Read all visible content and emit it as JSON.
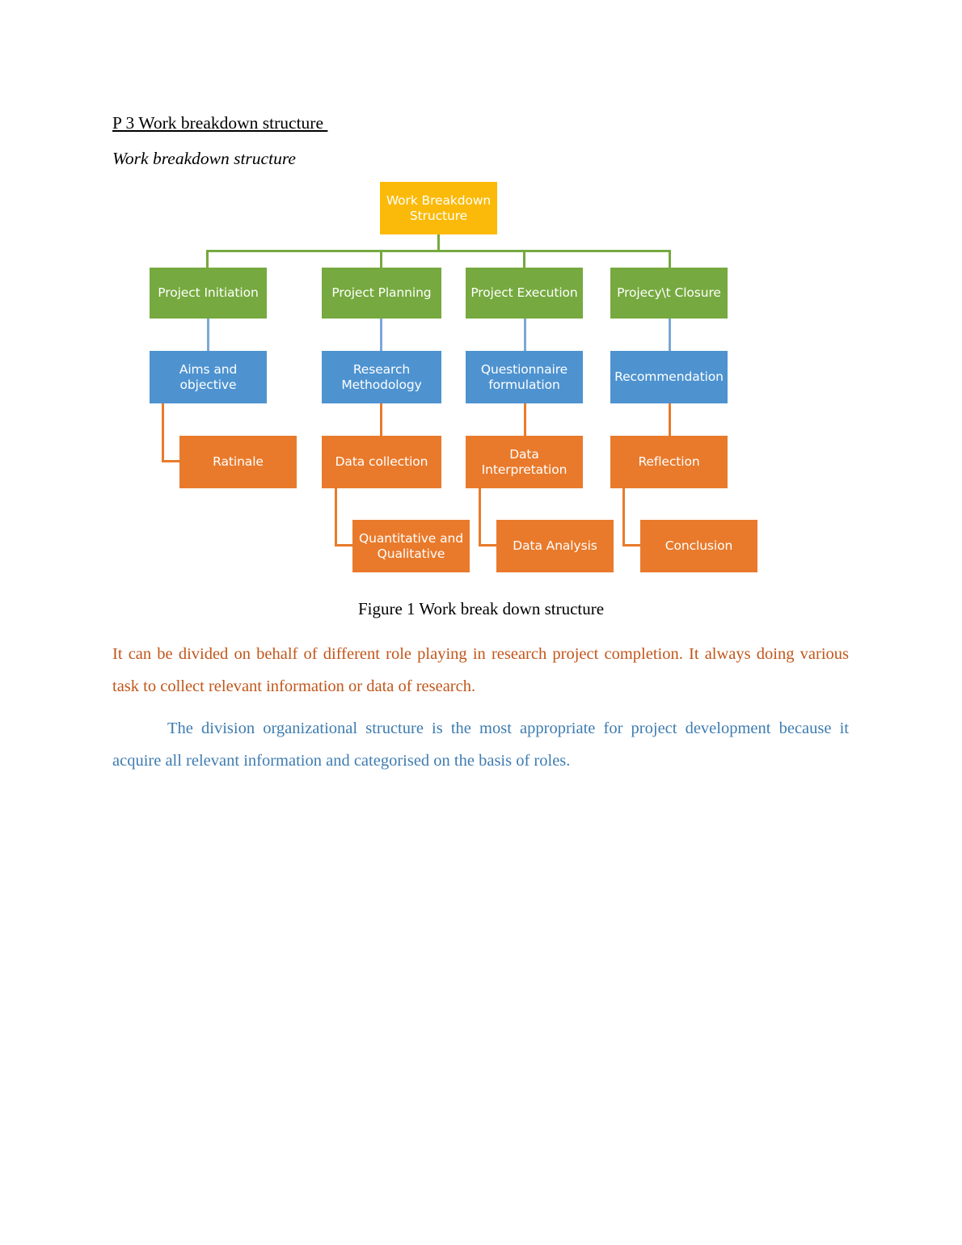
{
  "document": {
    "heading": "P 3 Work breakdown structure ",
    "subheading": "Work breakdown structure",
    "figure_caption": "Figure 1 Work break down structure",
    "paragraphs": [
      {
        "id": "paragraph-orange",
        "color": "#C2561A",
        "text": "It can be divided on behalf of different role playing in research project completion. It always doing various task to collect relevant information or data of research."
      },
      {
        "id": "paragraph-blue",
        "color": "#3E7CB1",
        "text": "The division organizational structure is the most appropriate for project development because it acquire all relevant information and categorised on the basis of roles."
      }
    ]
  },
  "chart_data": {
    "type": "diagram",
    "diagram_type": "work-breakdown-structure-tree",
    "title": "Work Breakdown Structure",
    "colors": {
      "root": "#FBBA09",
      "level1": "#76A93F",
      "level2": "#4E93D0",
      "level3": "#E97A2B",
      "connector_green": "#76A93F",
      "connector_blue": "#7BA7D7",
      "connector_orange": "#E97A2B"
    },
    "levels": [
      "root",
      "phase",
      "activity",
      "output",
      "sub-output"
    ],
    "nodes": {
      "root": {
        "label": "Work Breakdown\nStructure",
        "level": "root",
        "color": "#FBBA09"
      },
      "phase_1": {
        "label": "Project Initiation",
        "level": "phase",
        "color": "#76A93F"
      },
      "phase_2": {
        "label": "Project Planning",
        "level": "phase",
        "color": "#76A93F"
      },
      "phase_3": {
        "label": "Project Execution",
        "level": "phase",
        "color": "#76A93F"
      },
      "phase_4": {
        "label": "Projecy\\t Closure",
        "level": "phase",
        "color": "#76A93F"
      },
      "activity_1": {
        "label": "Aims and\nobjective",
        "level": "activity",
        "color": "#4E93D0"
      },
      "activity_2": {
        "label": "Research\nMethodology",
        "level": "activity",
        "color": "#4E93D0"
      },
      "activity_3": {
        "label": "Questionnaire\nformulation",
        "level": "activity",
        "color": "#4E93D0"
      },
      "activity_4": {
        "label": "Recommendation",
        "level": "activity",
        "color": "#4E93D0"
      },
      "output_1": {
        "label": "Ratinale",
        "level": "output",
        "color": "#E97A2B"
      },
      "output_2": {
        "label": "Data collection",
        "level": "output",
        "color": "#E97A2B"
      },
      "output_3": {
        "label": "Data\nInterpretation",
        "level": "output",
        "color": "#E97A2B"
      },
      "output_4": {
        "label": "Reflection",
        "level": "output",
        "color": "#E97A2B"
      },
      "sub_1": {
        "label": "Quantitative and\nQualitative",
        "level": "sub-output",
        "color": "#E97A2B"
      },
      "sub_2": {
        "label": "Data Analysis",
        "level": "sub-output",
        "color": "#E97A2B"
      },
      "sub_3": {
        "label": "Conclusion",
        "level": "sub-output",
        "color": "#E97A2B"
      }
    },
    "edges": [
      {
        "from": "root",
        "to": "phase_1"
      },
      {
        "from": "root",
        "to": "phase_2"
      },
      {
        "from": "root",
        "to": "phase_3"
      },
      {
        "from": "root",
        "to": "phase_4"
      },
      {
        "from": "phase_1",
        "to": "activity_1"
      },
      {
        "from": "phase_2",
        "to": "activity_2"
      },
      {
        "from": "phase_3",
        "to": "activity_3"
      },
      {
        "from": "phase_4",
        "to": "activity_4"
      },
      {
        "from": "activity_1",
        "to": "output_1"
      },
      {
        "from": "activity_2",
        "to": "output_2"
      },
      {
        "from": "activity_3",
        "to": "output_3"
      },
      {
        "from": "activity_4",
        "to": "output_4"
      },
      {
        "from": "output_2",
        "to": "sub_1"
      },
      {
        "from": "output_3",
        "to": "sub_2"
      },
      {
        "from": "output_4",
        "to": "sub_3"
      }
    ]
  }
}
